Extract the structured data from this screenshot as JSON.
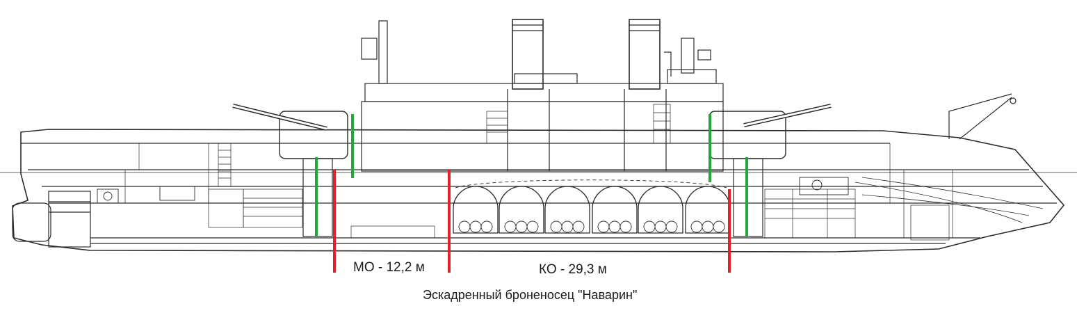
{
  "labels": {
    "engine_room": "МО - 12,2 м",
    "boiler_room": "КО - 29,3 м",
    "caption": "Эскадренный броненосец \"Наварин\""
  },
  "colors": {
    "line": "#2b2b2b",
    "red_marker": "#e0232b",
    "green_marker": "#22a83a",
    "background": "#ffffff"
  }
}
